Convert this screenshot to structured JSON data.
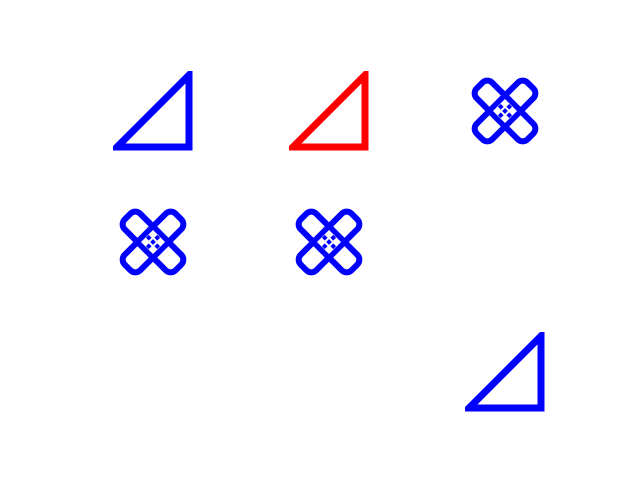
{
  "grid": {
    "rows": 3,
    "columns": 3,
    "items": [
      {
        "row": 0,
        "col": 0,
        "shape": "right-triangle",
        "color": "#0000ff"
      },
      {
        "row": 0,
        "col": 1,
        "shape": "right-triangle",
        "color": "#ff0000"
      },
      {
        "row": 0,
        "col": 2,
        "shape": "bandage-icon",
        "color": "#0000ff"
      },
      {
        "row": 1,
        "col": 0,
        "shape": "bandage-icon",
        "color": "#0000ff"
      },
      {
        "row": 1,
        "col": 1,
        "shape": "bandage-icon",
        "color": "#0000ff"
      },
      {
        "row": 2,
        "col": 2,
        "shape": "right-triangle",
        "color": "#0000ff"
      }
    ]
  }
}
